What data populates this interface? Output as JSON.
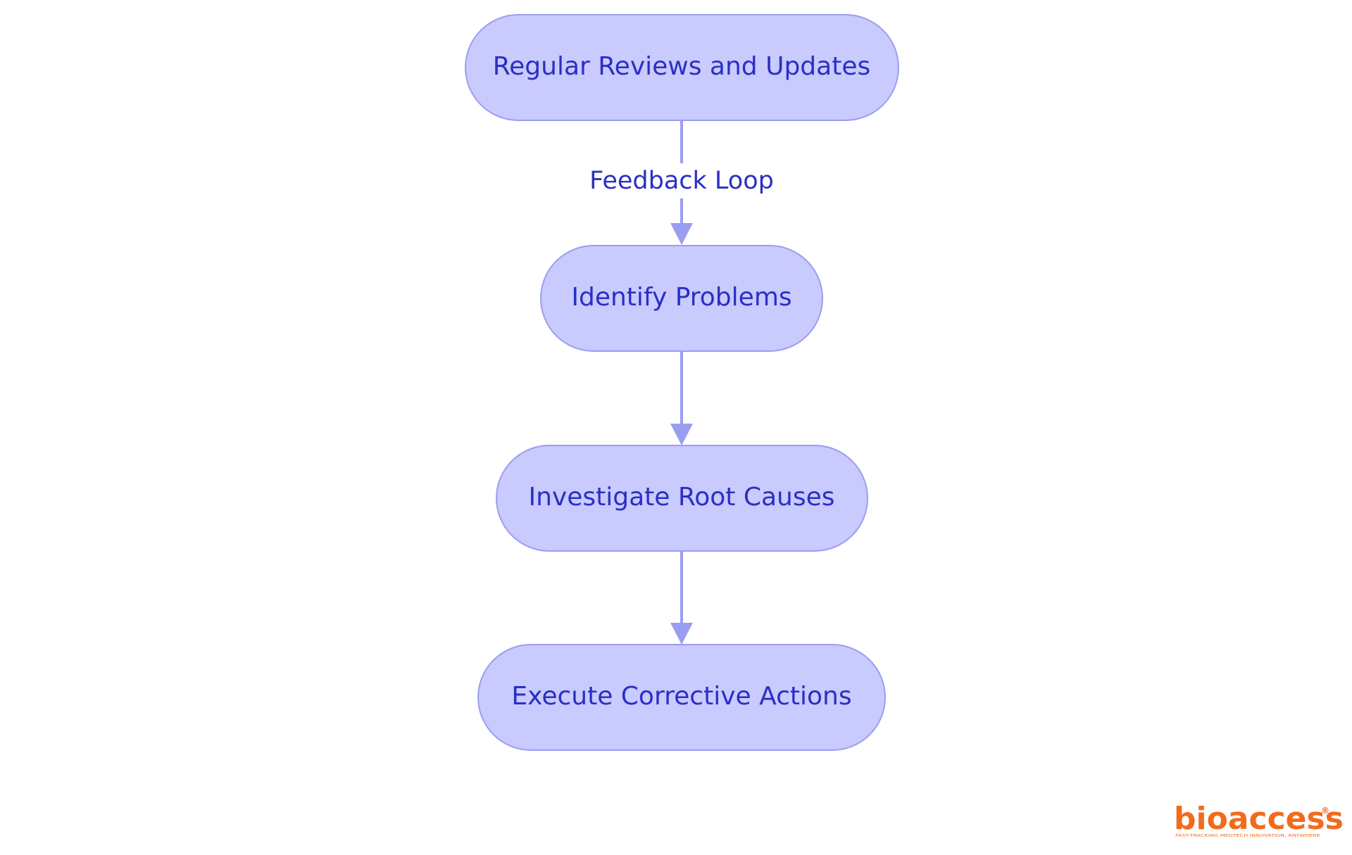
{
  "diagram": {
    "nodes": [
      {
        "id": "regular-reviews",
        "label": "Regular Reviews and Updates"
      },
      {
        "id": "identify-problems",
        "label": "Identify Problems"
      },
      {
        "id": "investigate-root-causes",
        "label": "Investigate Root Causes"
      },
      {
        "id": "execute-corrective-actions",
        "label": "Execute Corrective Actions"
      }
    ],
    "edges": [
      {
        "from": "regular-reviews",
        "to": "identify-problems",
        "label": "Feedback Loop"
      },
      {
        "from": "identify-problems",
        "to": "investigate-root-causes",
        "label": ""
      },
      {
        "from": "investigate-root-causes",
        "to": "execute-corrective-actions",
        "label": ""
      }
    ]
  },
  "logo": {
    "name": "bioaccess",
    "registered": "®",
    "tagline": "FAST-TRACKING MEDTECH INNOVATION, ANYWHERE"
  },
  "colors": {
    "node_fill": "#c9cafd",
    "node_stroke": "#9a9ef0",
    "text": "#2a2fc4",
    "edge": "#9a9ef0",
    "logo": "#f26b1d"
  }
}
